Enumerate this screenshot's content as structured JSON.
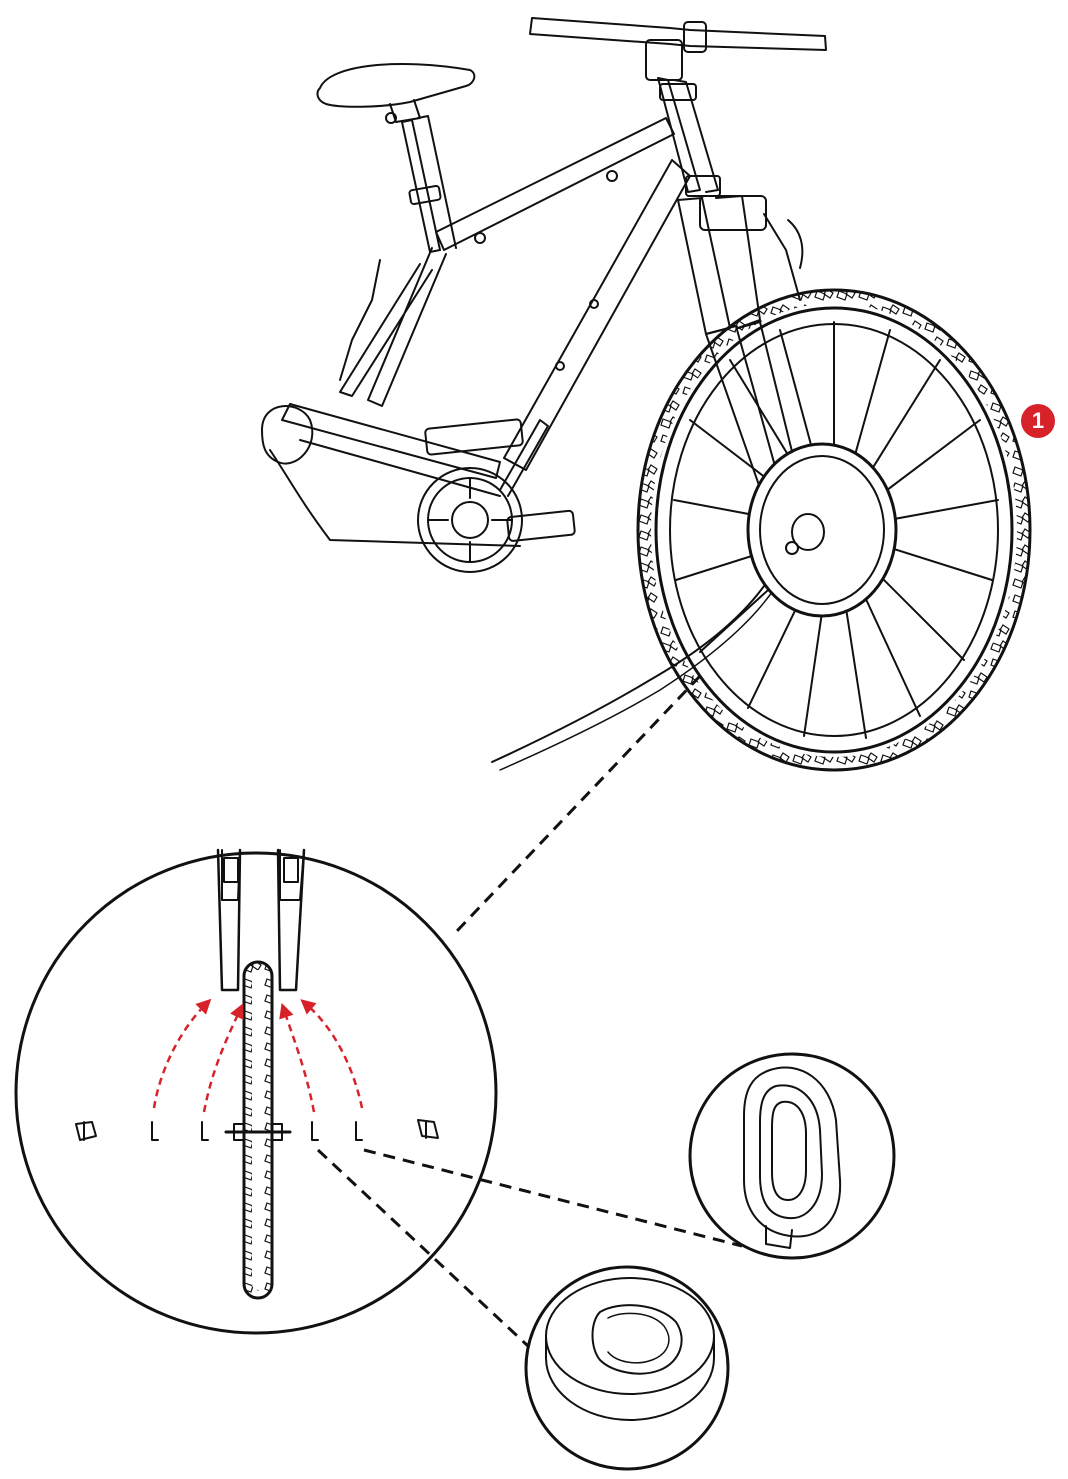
{
  "step": {
    "number": "1"
  },
  "colors": {
    "line": "#111111",
    "accent": "#d8222a",
    "background": "#ffffff"
  },
  "figure": {
    "main": "bicycle-with-hub-motor-front-wheel",
    "detail_main": "fork-dropout-closeup",
    "detail_a": "dropout-washer-oval",
    "detail_b": "dropout-washer-round"
  }
}
